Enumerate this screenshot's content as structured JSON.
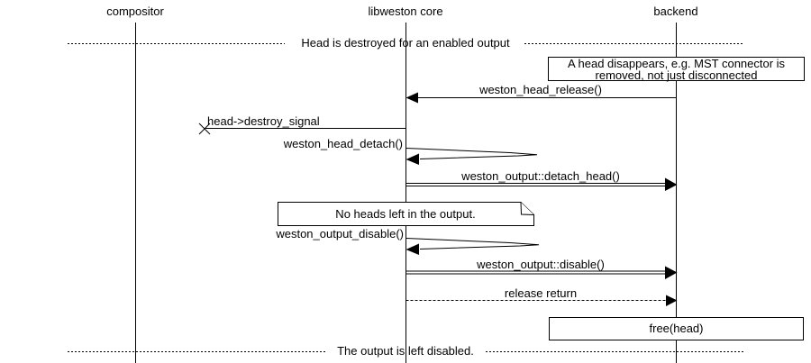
{
  "diagram": {
    "title": "Head is destroyed for an enabled output (libweston sequence diagram)",
    "colors": {
      "line": "#000000",
      "background": "#ffffff",
      "text": "#000000"
    },
    "actors": [
      {
        "label": "compositor"
      },
      {
        "label": "libweston core"
      },
      {
        "label": "backend"
      }
    ],
    "dividers": [
      {
        "label": "Head is destroyed for an enabled output"
      },
      {
        "label": "The output is left disabled."
      }
    ],
    "notes": [
      {
        "label": "A head disappears, e.g. MST connector is removed, not just disconnected",
        "attached_to": "backend",
        "shape": "rectangle"
      },
      {
        "label": "No heads left in the output.",
        "attached_to": "libweston core",
        "shape": "folded-note"
      }
    ],
    "boxes": [
      {
        "label": "free(head)",
        "attached_to": "backend"
      }
    ],
    "messages": [
      {
        "label": "weston_head_release()",
        "from": "backend",
        "to": "libweston core",
        "style": "solid-filled-arrow"
      },
      {
        "label": "head->destroy_signal",
        "from": "libweston core",
        "to": "lost (x)",
        "style": "lost-message"
      },
      {
        "label": "weston_head_detach()",
        "from": "libweston core",
        "to": "libweston core",
        "style": "self-call"
      },
      {
        "label": "weston_output::detach_head()",
        "from": "libweston core",
        "to": "backend",
        "style": "double-line-arrow"
      },
      {
        "label": "weston_output_disable()",
        "from": "libweston core",
        "to": "libweston core",
        "style": "self-call"
      },
      {
        "label": "weston_output::disable()",
        "from": "libweston core",
        "to": "backend",
        "style": "double-line-arrow"
      },
      {
        "label": "release return",
        "from": "libweston core",
        "to": "backend",
        "style": "dashed-arrow"
      }
    ]
  }
}
